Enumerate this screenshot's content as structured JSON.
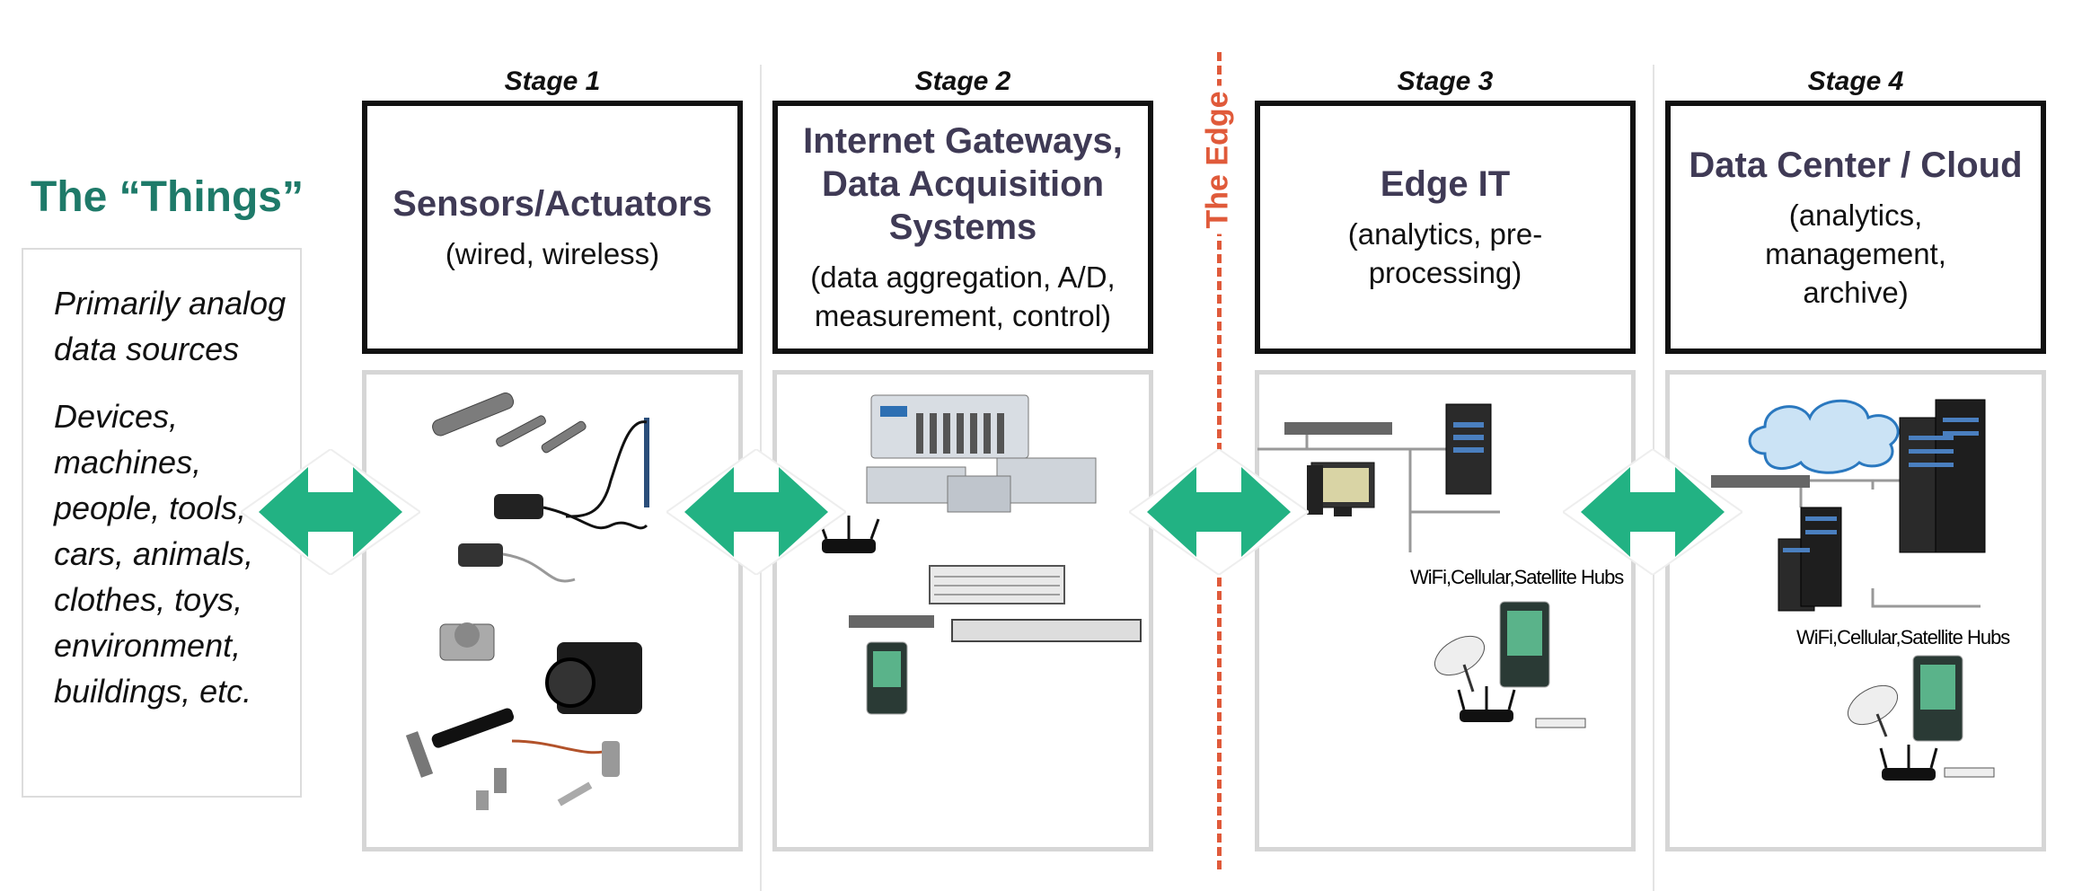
{
  "things": {
    "title": "The “Things”",
    "text1": "Primarily analog data sources",
    "text2": "Devices, machines, people, tools, cars, animals, clothes, toys, environment, buildings, etc."
  },
  "edge_label": "The Edge",
  "stages": [
    {
      "label": "Stage 1",
      "title": "Sensors/Actuators",
      "subtitle": "(wired, wireless)"
    },
    {
      "label": "Stage 2",
      "title": "Internet Gateways, Data Acquisition Systems",
      "subtitle": "(data aggregation, A/D, measurement, control)"
    },
    {
      "label": "Stage 3",
      "title": "Edge IT",
      "subtitle": "(analytics, pre-processing)"
    },
    {
      "label": "Stage 4",
      "title": "Data Center / Cloud",
      "subtitle": "(analytics, management, archive)"
    }
  ],
  "hub_labels": {
    "stage3": "WiFi,Cellular,Satellite Hubs",
    "stage4": "WiFi,Cellular,Satellite Hubs"
  },
  "colors": {
    "arrow": "#22b283",
    "edge": "#e05a3a",
    "title": "#3f3a55",
    "things": "#1e7a69"
  }
}
